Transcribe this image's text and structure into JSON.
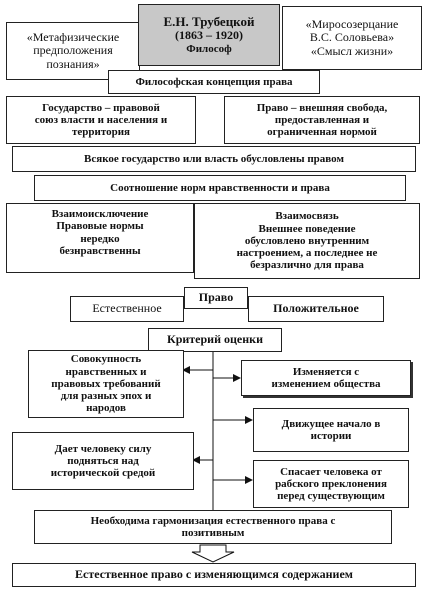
{
  "left_top": {
    "line1": "«Метафизические",
    "line2": "предположения",
    "line3": "познания»"
  },
  "author": {
    "name": "Е.Н. Трубецкой",
    "years": "(1863 – 1920)",
    "role": "Философ"
  },
  "right_top": {
    "line1": "«Миросозерцание",
    "line2": "В.С. Соловьева»",
    "line3": "«Смысл жизни»"
  },
  "concept": "Философская концепция права",
  "state": {
    "line1": "Государство – правовой",
    "line2": "союз власти и населения и",
    "line3": "территория"
  },
  "law": {
    "line1": "Право – внешняя свобода,",
    "line2": "предоставленная и",
    "line3": "ограниченная нормой"
  },
  "all_state": "Всякое государство или власть обусловлены правом",
  "ratio": "Соотношение норм нравственности и права",
  "exclusion": {
    "line1": "Взаимоисключение",
    "line2": "Правовые нормы",
    "line3": "нередко",
    "line4": "безнравственны"
  },
  "relation": {
    "line1": "Взаимосвязь",
    "line2": "Внешнее поведение",
    "line3": "обусловлено внутренним",
    "line4": "настроением, а последнее не",
    "line5": "безразлично для права"
  },
  "natural": "Естественное",
  "pravo": "Право",
  "positive": "Положительное",
  "criterion": "Критерий оценки",
  "totality": {
    "line1": "Совокупность",
    "line2": "нравственных и",
    "line3": "правовых требований",
    "line4": "для разных эпох и",
    "line5": "народов"
  },
  "changes": {
    "line1": "Изменяется с",
    "line2": "изменением общества"
  },
  "driving": {
    "line1": "Движущее начало в",
    "line2": "истории"
  },
  "power": {
    "line1": "Дает человеку силу",
    "line2": "подняться над",
    "line3": "исторической средой"
  },
  "saves": {
    "line1": "Спасает человека от",
    "line2": "рабского преклонения",
    "line3": "перед существующим"
  },
  "harmonize": {
    "line1": "Необходима гармонизация естественного права с",
    "line2": "позитивным"
  },
  "final": "Естественное право с изменяющимся содержанием"
}
